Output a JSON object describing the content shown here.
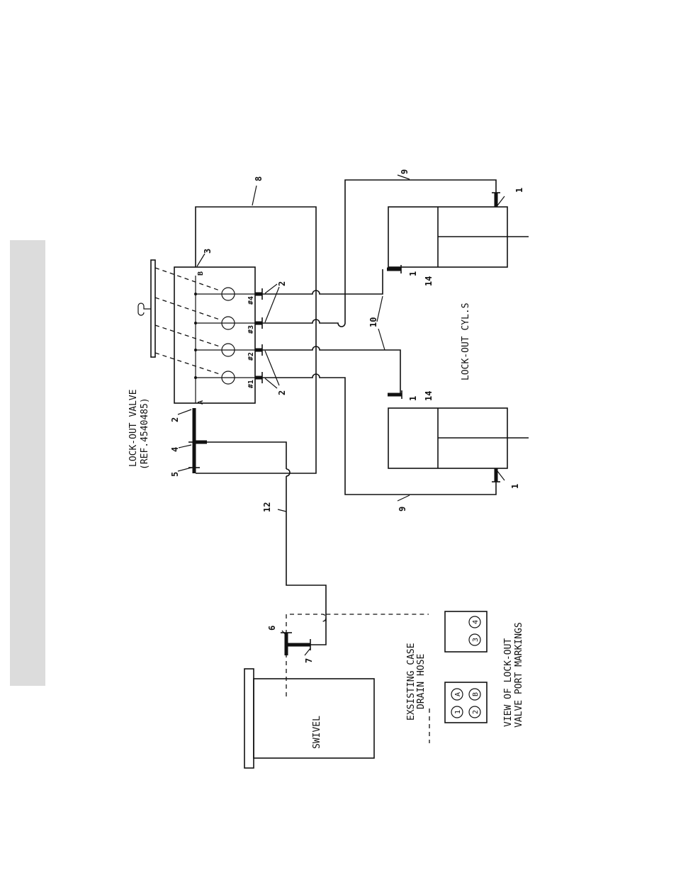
{
  "labels": {
    "lockout_valve_line1": "LOCK-OUT VALVE",
    "lockout_valve_line2": "(REF.4540485)",
    "port_a": "A",
    "port_b": "B",
    "port_1": "#1",
    "port_2": "#2",
    "port_3": "#3",
    "port_4": "#4",
    "lockout_cyls": "LOCK-OUT CYL.S",
    "swivel": "SWIVEL",
    "drain_hose_line1": "EXSISTING CASE",
    "drain_hose_line2": "DRAIN HOSE",
    "view_line1": "VIEW OF LOCK-OUT",
    "view_line2": "VALVE PORT MARKINGS"
  },
  "callouts": {
    "c1_top": "1",
    "c1_upper_cyl": "1",
    "c1_lower_cyl": "1",
    "c1_bottom": "1",
    "c2_block_left": "2",
    "c2_ports_upper": "2",
    "c2_ports_lower": "2",
    "c3": "3",
    "c4": "4",
    "c5": "5",
    "c6": "6",
    "c7": "7",
    "c8": "8",
    "c9_top": "9",
    "c9_bottom": "9",
    "c10": "10",
    "c12": "12",
    "c14_upper": "14",
    "c14_lower": "14"
  },
  "port_markings": {
    "left_box": [
      "A",
      "B",
      "1",
      "2"
    ],
    "right_box": [
      "3",
      "4"
    ]
  }
}
